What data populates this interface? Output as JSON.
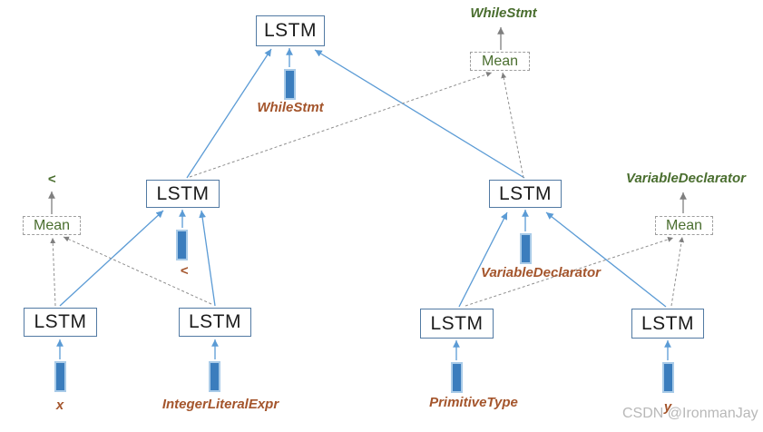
{
  "diagram": {
    "lstm_label": "LSTM",
    "mean_label": "Mean",
    "output_labels": {
      "while_stmt": "WhileStmt",
      "less_than": "<",
      "variable_declarator": "VariableDeclarator"
    },
    "input_labels": {
      "while_stmt": "WhileStmt",
      "less_than": "<",
      "variable_declarator": "VariableDeclarator",
      "x": "x",
      "integer_literal_expr": "IntegerLiteralExpr",
      "primitive_type": "PrimitiveType",
      "y": "y"
    },
    "colors": {
      "edge_blue": "#5b9bd5",
      "edge_gray": "#8f8f8f",
      "arrow_gray": "#7f7f7f",
      "box_border": "#527aa3",
      "mean_border": "#9e9e9e",
      "bar_fill": "#3b7dbd",
      "bar_border": "#a9cbe8",
      "green_text": "#4a6e2f",
      "brown_text": "#a4552c",
      "watermark_color": "#b8b8b8"
    },
    "watermark": "CSDN @IronmanJay"
  }
}
